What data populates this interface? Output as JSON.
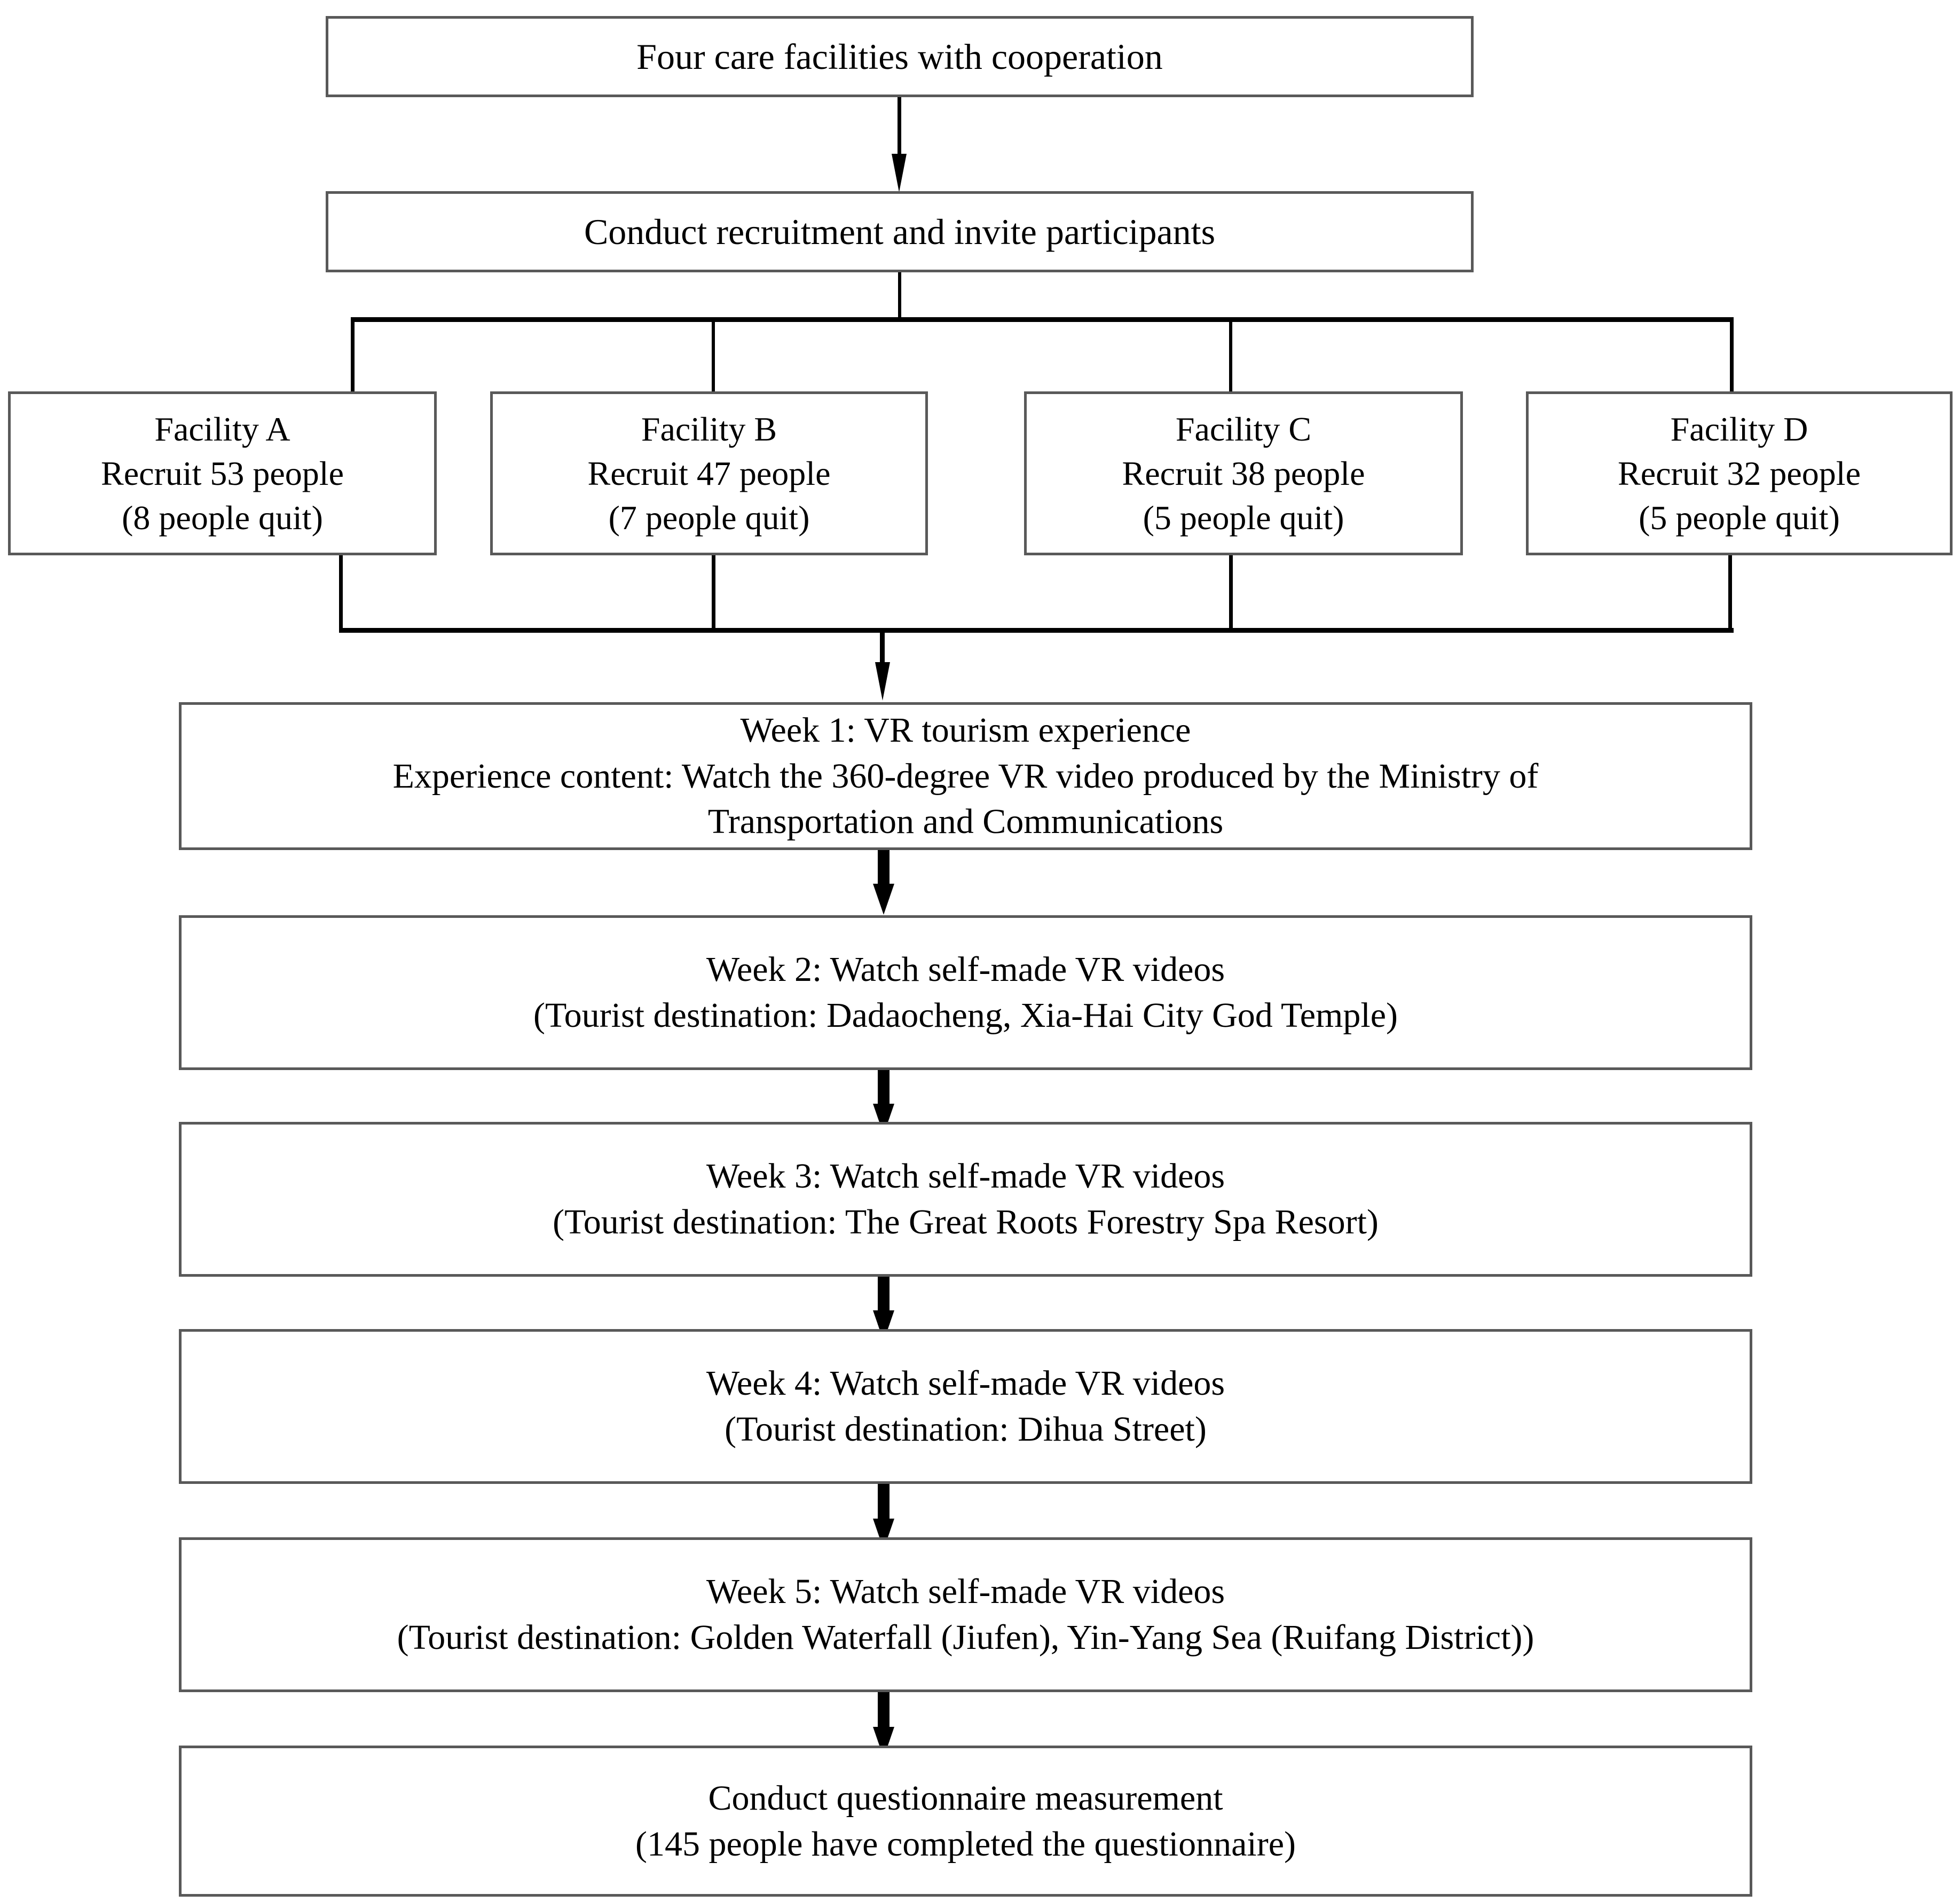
{
  "diagram": {
    "title": "Study procedure flowchart",
    "nodes": {
      "source": {
        "line1": "Four care facilities with cooperation"
      },
      "recruitment": {
        "line1": "Conduct recruitment and invite participants"
      },
      "facility_a": {
        "name": "Facility A",
        "recruited": "Recruit 53 people",
        "quit": "(8 people quit)"
      },
      "facility_b": {
        "name": "Facility B",
        "recruited": "Recruit 47 people",
        "quit": "(7 people quit)"
      },
      "facility_c": {
        "name": "Facility C",
        "recruited": "Recruit 38 people",
        "quit": "(5 people quit)"
      },
      "facility_d": {
        "name": "Facility D",
        "recruited": "Recruit 32 people",
        "quit": "(5 people quit)"
      },
      "week1": {
        "line1": "Week 1: VR tourism experience",
        "line2": "Experience content: Watch the 360-degree VR video produced by the Ministry of",
        "line3": "Transportation and Communications"
      },
      "week2": {
        "line1": "Week 2: Watch self-made VR videos",
        "line2": "(Tourist destination: Dadaocheng, Xia-Hai City God Temple)"
      },
      "week3": {
        "line1": "Week 3: Watch self-made VR videos",
        "line2": "(Tourist destination: The Great Roots Forestry Spa Resort)"
      },
      "week4": {
        "line1": "Week 4: Watch self-made VR videos",
        "line2": "(Tourist destination: Dihua Street)"
      },
      "week5": {
        "line1": "Week 5: Watch self-made VR videos",
        "line2": "(Tourist destination: Golden Waterfall (Jiufen), Yin-Yang Sea (Ruifang District))"
      },
      "questionnaire": {
        "line1": "Conduct questionnaire measurement",
        "line2": "(145 people have completed the questionnaire)"
      }
    },
    "colors": {
      "box_border": "#595959",
      "connector": "#000000",
      "background": "#ffffff",
      "text": "#000000"
    }
  }
}
